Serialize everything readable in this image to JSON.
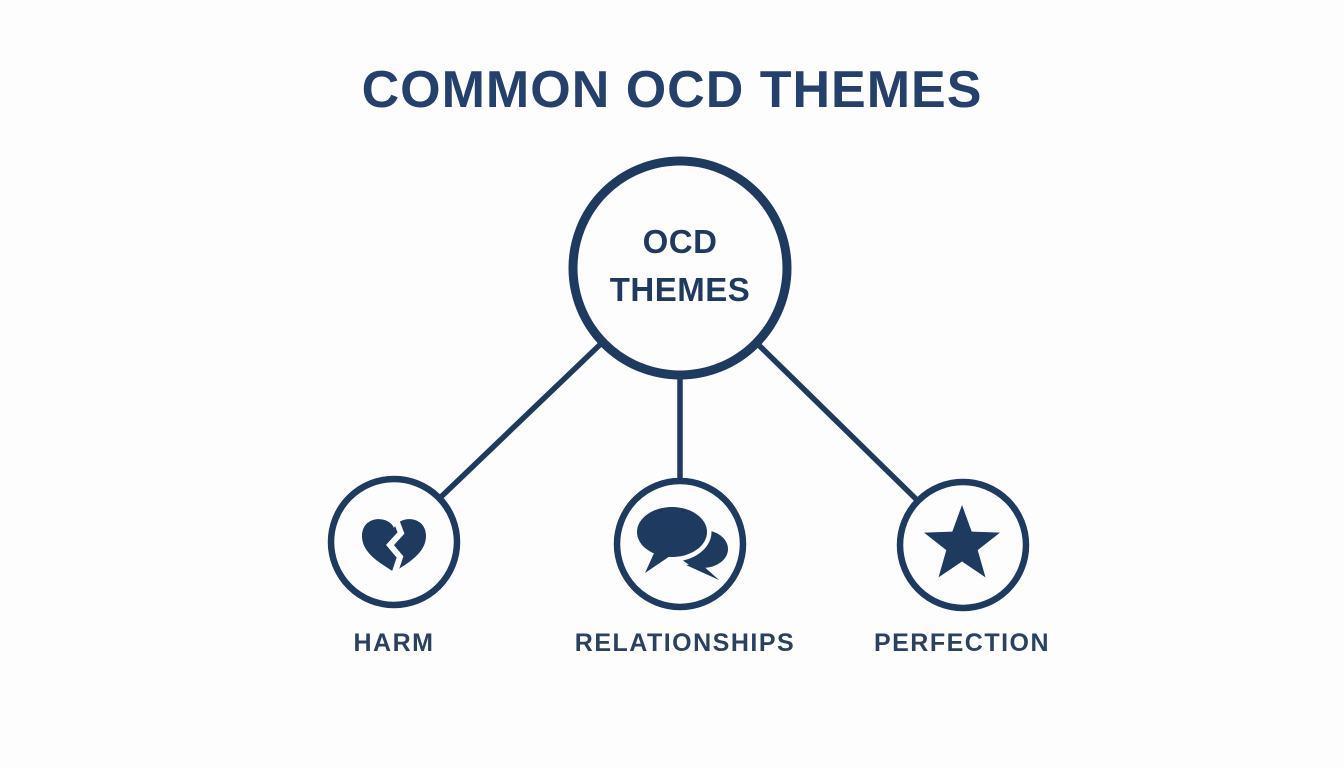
{
  "title": "COMMON OCD THEMES",
  "colors": {
    "navy": "#1e3a5e",
    "title_text": "#25416b",
    "label_text": "#2a4160",
    "background": "#fdfdfe"
  },
  "center_node": {
    "line1": "OCD",
    "line2": "THEMES"
  },
  "nodes": [
    {
      "label": "HARM",
      "icon": "broken-heart-icon"
    },
    {
      "label": "RELATIONSHIPS",
      "icon": "speech-bubbles-icon"
    },
    {
      "label": "PERFECTION",
      "icon": "star-icon"
    }
  ]
}
